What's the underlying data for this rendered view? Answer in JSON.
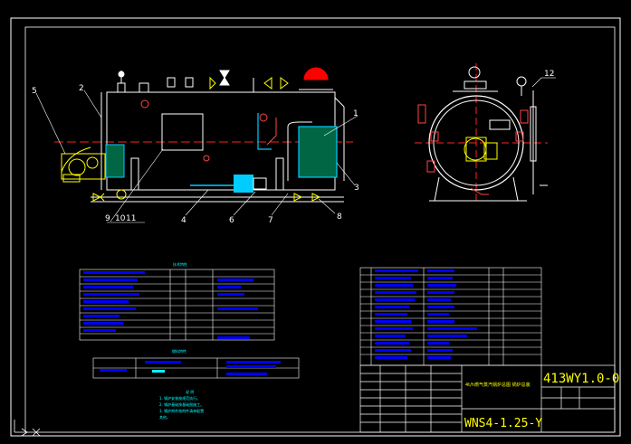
{
  "drawing": {
    "callouts": [
      "5",
      "2",
      "1",
      "3",
      "4",
      "6",
      "7",
      "8",
      "9",
      "10",
      "11",
      "12"
    ],
    "drawing_number": "413WY1.0-0",
    "model": "WNS4-1.25-Y",
    "title_cn": "4t/h燃气蒸汽锅炉总图 锅炉总装"
  },
  "tables": {
    "spec_heading": "技术特性",
    "fuel_heading": "燃料特性",
    "fuel_rows": [
      [
        "项目",
        "天然气",
        "低位发热值 MJ/m3",
        "35.8"
      ]
    ],
    "notes_heading": "说 明",
    "notes": [
      "1. 锅炉安装按规范执行。",
      "2. 锅炉基础按基础图施工。",
      "3. 锅炉附件按附件清单配置",
      "其他。"
    ]
  },
  "colors": {
    "background": "#000000",
    "outline": "#ffffff",
    "center_line": "#ff2020",
    "pipe": "#00c0ff",
    "accent": "#ffff00",
    "table_text": "#0000ff"
  }
}
